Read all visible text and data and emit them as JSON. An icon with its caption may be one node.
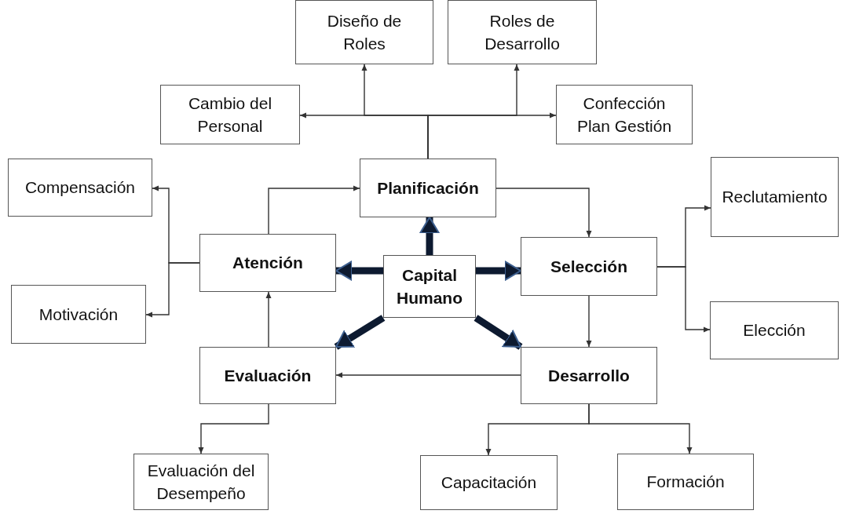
{
  "diagram": {
    "nodes": [
      {
        "text": [
          "Diseño de Roles"
        ]
      },
      {
        "text": [
          "Roles de Desarrollo"
        ]
      },
      {
        "text": [
          "Cambio del Personal"
        ]
      },
      {
        "text": [
          "Confección Plan Gestión"
        ]
      },
      {
        "text": [
          "Compensación"
        ]
      },
      {
        "text": [
          "Planificación"
        ]
      },
      {
        "text": [
          "Reclutamiento"
        ]
      },
      {
        "text": [
          "Atención"
        ]
      },
      {
        "text": [
          "Capital Humano"
        ]
      },
      {
        "text": [
          "Selección"
        ]
      },
      {
        "text": [
          "Motivación"
        ]
      },
      {
        "text": [
          "Elección"
        ]
      },
      {
        "text": [
          "Evaluación"
        ]
      },
      {
        "text": [
          "Desarrollo"
        ]
      },
      {
        "text": [
          "Evaluación del Desempeño"
        ]
      },
      {
        "text": [
          "Capacitación"
        ]
      },
      {
        "text": [
          "Formación"
        ]
      }
    ],
    "edges": [
      {
        "from": 5,
        "to": 2,
        "arrow": "to"
      },
      {
        "from": 5,
        "to": 0,
        "arrow": "to"
      },
      {
        "from": 5,
        "to": 3,
        "arrow": "to"
      },
      {
        "from": 5,
        "to": 1,
        "arrow": "to"
      },
      {
        "from": 7,
        "to": 5,
        "arrow": "to"
      },
      {
        "from": 5,
        "to": 9,
        "arrow": "to"
      },
      {
        "from": 7,
        "to": 4,
        "arrow": "to"
      },
      {
        "from": 7,
        "to": 10,
        "arrow": "to"
      },
      {
        "from": 9,
        "to": 6,
        "arrow": "to"
      },
      {
        "from": 9,
        "to": 11,
        "arrow": "to"
      },
      {
        "from": 9,
        "to": 13,
        "arrow": "to"
      },
      {
        "from": 13,
        "to": 12,
        "arrow": "to"
      },
      {
        "from": 12,
        "to": 7,
        "arrow": "to"
      },
      {
        "from": 12,
        "to": 14,
        "arrow": "to"
      },
      {
        "from": 13,
        "to": 15,
        "arrow": "to"
      },
      {
        "from": 13,
        "to": 16,
        "arrow": "to"
      },
      {
        "from": 8,
        "to": 5,
        "arrow": "to",
        "style": "thick",
        "color": "#0d1a30"
      },
      {
        "from": 8,
        "to": 7,
        "arrow": "to",
        "style": "thick",
        "color": "#0d1a30"
      },
      {
        "from": 8,
        "to": 9,
        "arrow": "to",
        "style": "thick",
        "color": "#0d1a30"
      },
      {
        "from": 8,
        "to": 12,
        "arrow": "to",
        "style": "thick",
        "color": "#0d1a30"
      },
      {
        "from": 8,
        "to": 13,
        "arrow": "to",
        "style": "thick",
        "color": "#0d1a30"
      }
    ]
  }
}
